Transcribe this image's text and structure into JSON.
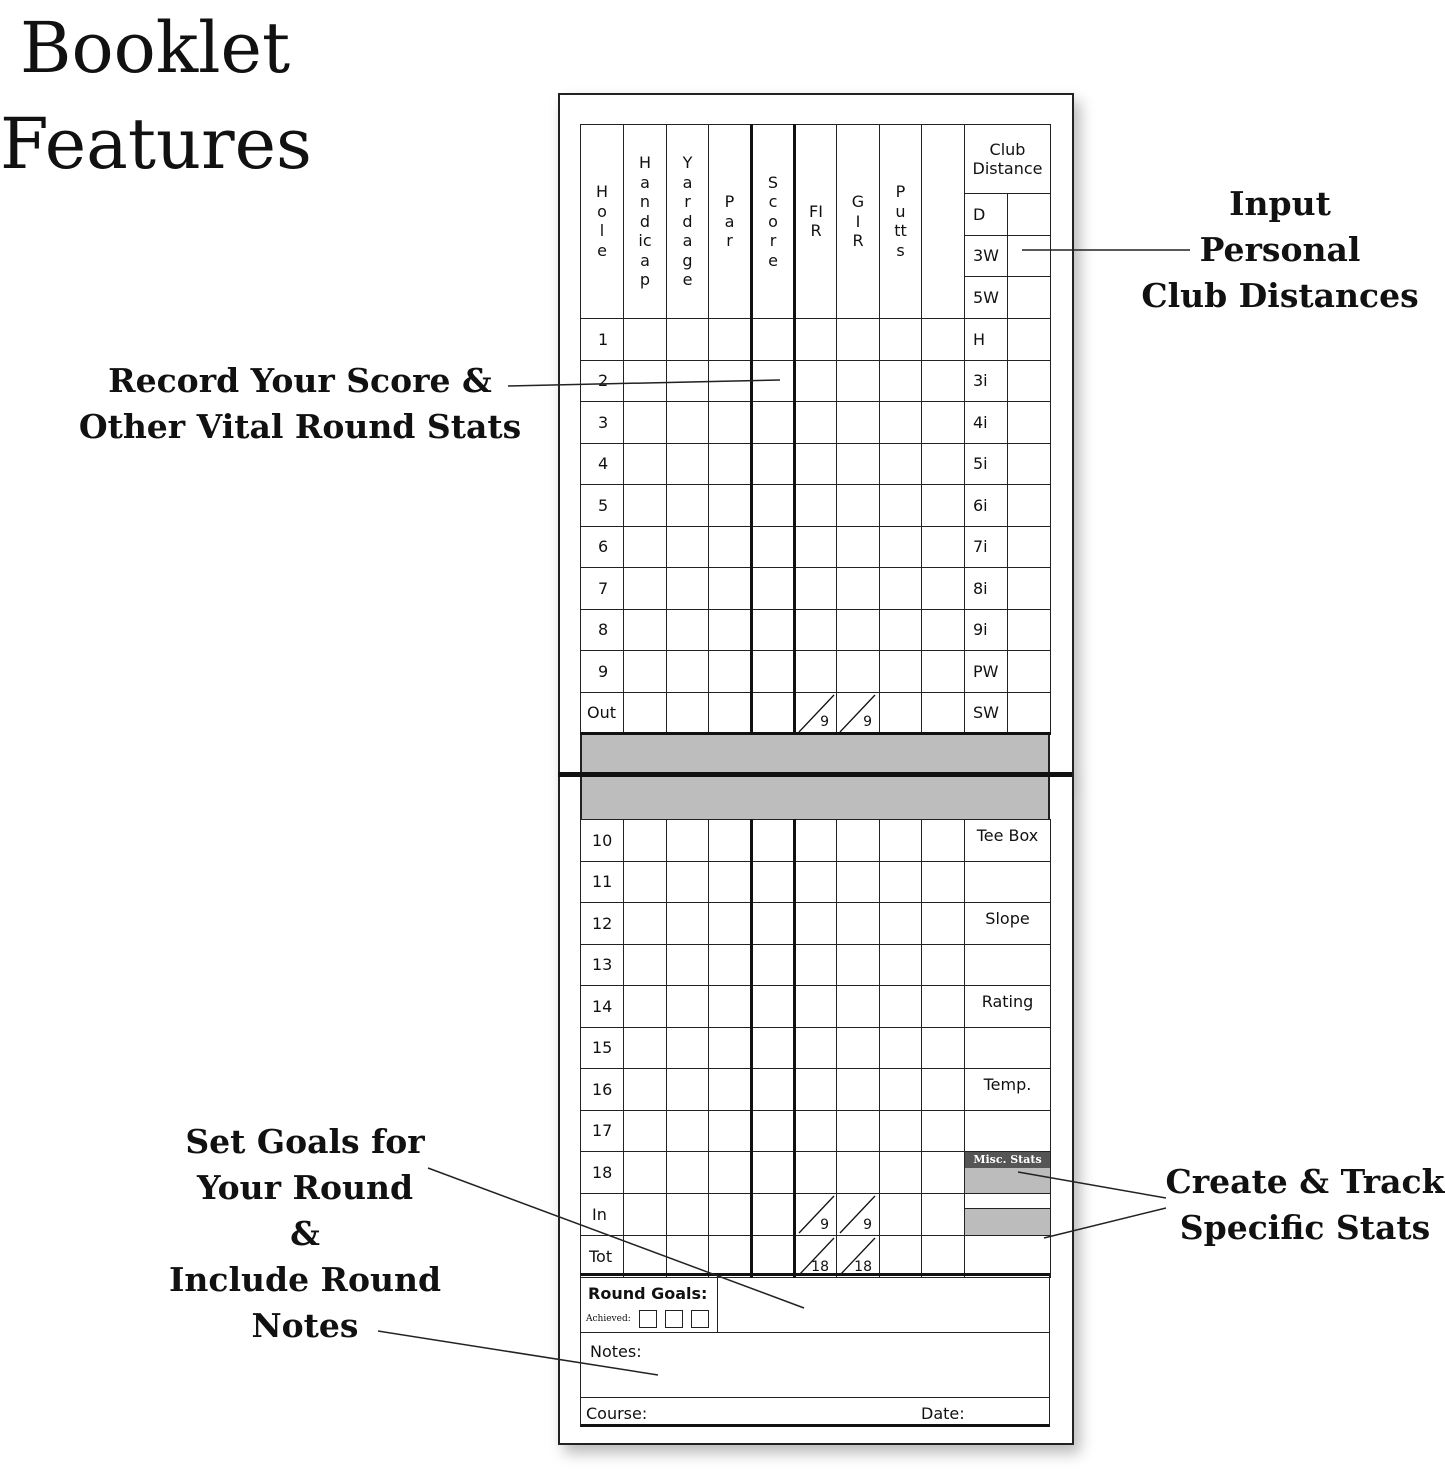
{
  "heading": {
    "line1": "Booklet",
    "line2": "Features"
  },
  "callouts": {
    "clubs": [
      "Input",
      "Personal",
      "Club Distances"
    ],
    "score": [
      "Record Your Score &",
      "Other Vital Round Stats"
    ],
    "goals": [
      "Set Goals for",
      "Your Round",
      "&",
      "Include Round",
      "Notes"
    ],
    "stats": [
      "Create & Track",
      "Specific Stats"
    ]
  },
  "scorecard": {
    "columns": [
      "Hole",
      "Handicap",
      "Yardage",
      "Par",
      "Score",
      "FIR",
      "GIR",
      "Putts"
    ],
    "front_holes": [
      "1",
      "2",
      "3",
      "4",
      "5",
      "6",
      "7",
      "8",
      "9"
    ],
    "out_label": "Out",
    "out_fir": "9",
    "out_gir": "9",
    "back_holes": [
      "10",
      "11",
      "12",
      "13",
      "14",
      "15",
      "16",
      "17",
      "18"
    ],
    "in_label": "In",
    "in_fir": "9",
    "in_gir": "9",
    "tot_label": "Tot",
    "tot_fir": "18",
    "tot_gir": "18",
    "club_header": "Club Distance",
    "clubs": [
      "D",
      "3W",
      "5W",
      "H",
      "3i",
      "4i",
      "5i",
      "6i",
      "7i",
      "8i",
      "9i",
      "PW",
      "SW"
    ],
    "side_fields": [
      "Tee Box",
      "Slope",
      "Rating",
      "Temp."
    ],
    "misc_stats": "Misc. Stats",
    "round_goals": "Round Goals:",
    "achieved": "Achieved:",
    "notes": "Notes:",
    "course": "Course:",
    "date": "Date:"
  },
  "colors": {
    "band": "#bdbdbd",
    "misc_bar": "#555555",
    "ink": "#111111"
  }
}
